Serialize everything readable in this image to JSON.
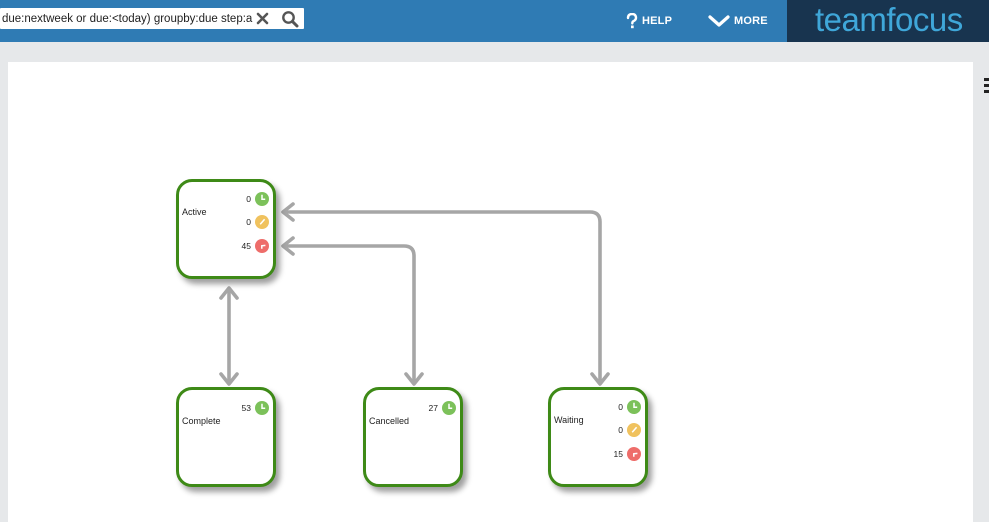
{
  "search": {
    "value": "due:nextweek or due:<today) groupby:due step:a"
  },
  "nav": {
    "help_label": "HELP",
    "more_label": "MORE"
  },
  "logo": {
    "text": "teamfocus"
  },
  "colors": {
    "topbar": "#2f7bb4",
    "logo_bg": "#18344f",
    "logo_text": "#3fa7d9",
    "node_border": "#3e8a17",
    "on_time": "#7cc15a",
    "due_soon": "#f0c25e",
    "overdue": "#ee6d6a",
    "connector": "#a6a6a6"
  },
  "workflow": {
    "nodes": [
      {
        "id": "active",
        "label": "Active",
        "on_time": "0",
        "due_soon": "0",
        "overdue": "45"
      },
      {
        "id": "complete",
        "label": "Complete",
        "on_time": "53"
      },
      {
        "id": "cancelled",
        "label": "Cancelled",
        "on_time": "27"
      },
      {
        "id": "waiting",
        "label": "Waiting",
        "on_time": "0",
        "due_soon": "0",
        "overdue": "15"
      }
    ],
    "transitions": [
      {
        "from": "active",
        "to": "complete",
        "bidirectional": true
      },
      {
        "from": "active",
        "to": "cancelled",
        "bidirectional": true
      },
      {
        "from": "active",
        "to": "waiting",
        "bidirectional": true
      }
    ],
    "icons": {
      "on_time": "clock-green-icon",
      "due_soon": "clock-yellow-icon",
      "overdue": "clock-red-icon"
    }
  }
}
